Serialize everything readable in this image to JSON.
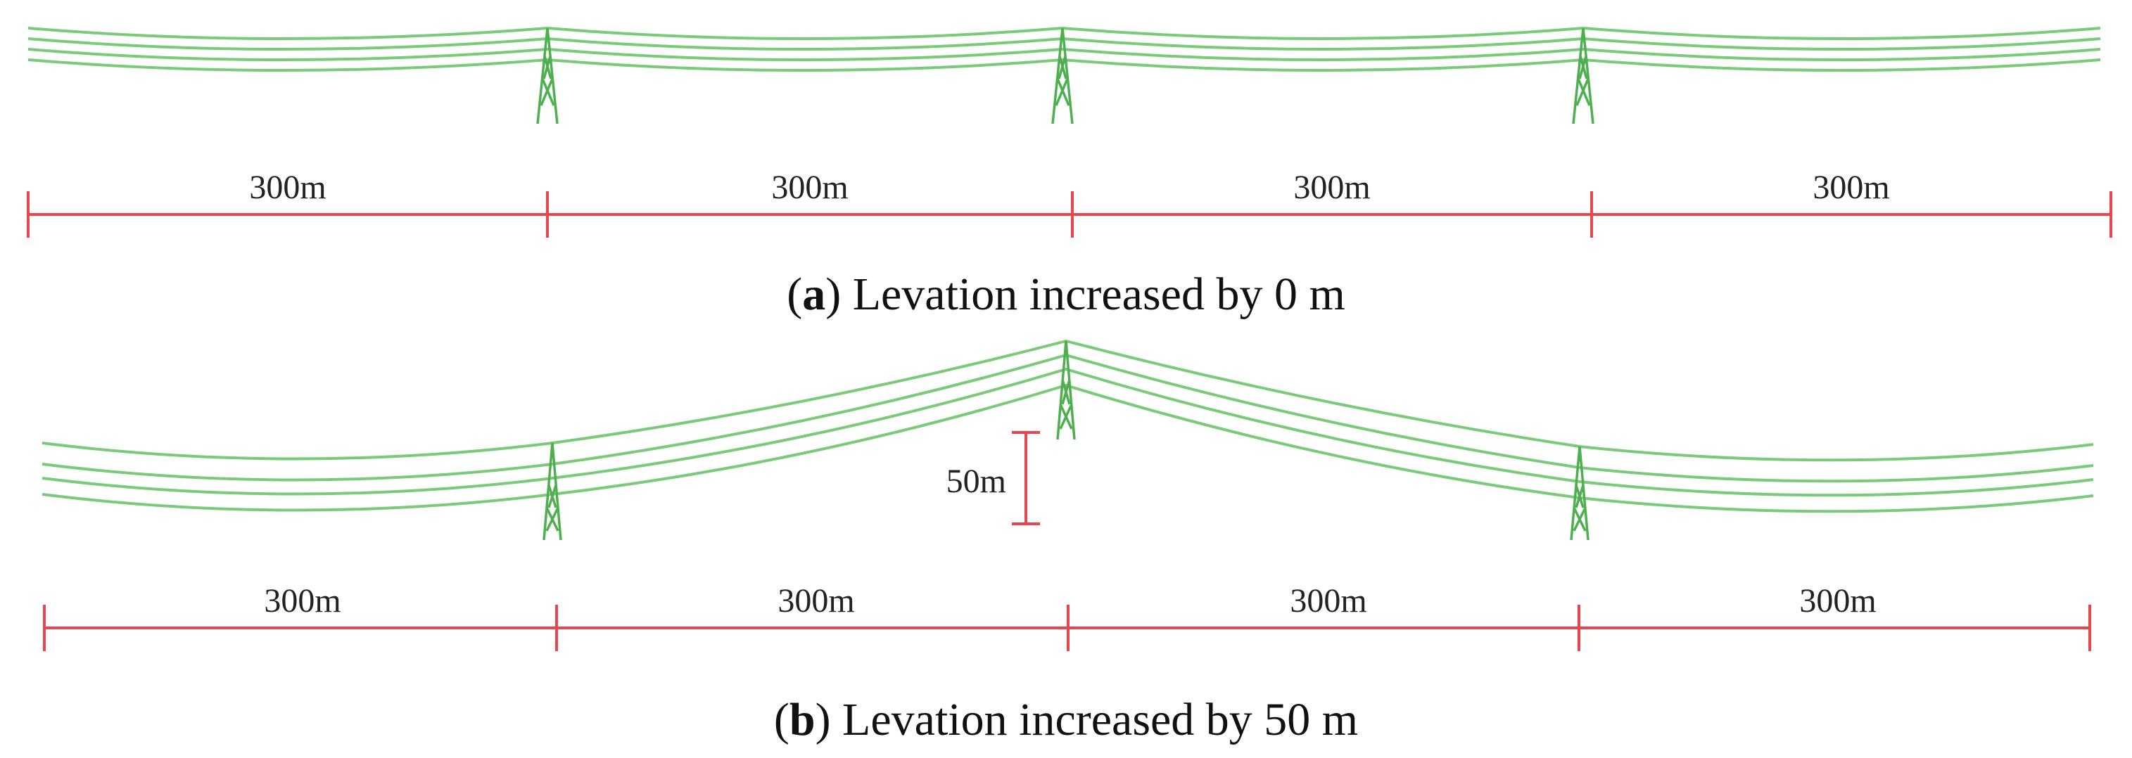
{
  "colors": {
    "conductor": "#6cc46c",
    "tower": "#4fae4f",
    "dimension": "#e8454f",
    "text": "#111111"
  },
  "panels": [
    {
      "id": "a",
      "caption": {
        "letter": "a",
        "text": "Levation increased by 0 m"
      },
      "elevation_increase_m": 0,
      "spans": [
        {
          "label": "300m"
        },
        {
          "label": "300m"
        },
        {
          "label": "300m"
        },
        {
          "label": "300m"
        }
      ]
    },
    {
      "id": "b",
      "caption": {
        "letter": "b",
        "text": "Levation increased by 50 m"
      },
      "elevation_increase_m": 50,
      "height_marker_label": "50m",
      "spans": [
        {
          "label": "300m"
        },
        {
          "label": "300m"
        },
        {
          "label": "300m"
        },
        {
          "label": "300m"
        }
      ]
    }
  ]
}
